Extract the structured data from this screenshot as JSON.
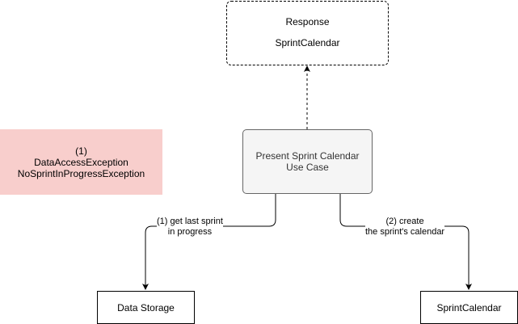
{
  "nodes": {
    "response": {
      "line1": "Response",
      "line2": "SprintCalendar"
    },
    "use_case": {
      "line1": "Present Sprint Calendar",
      "line2": "Use Case"
    },
    "exceptions": {
      "line1": "(1)",
      "line2": "DataAccessException",
      "line3": "NoSprintInProgressException"
    },
    "data_storage": {
      "label": "Data Storage"
    },
    "sprint_calendar": {
      "label": "SprintCalendar"
    }
  },
  "edges": {
    "get_last_sprint": {
      "line1": "(1) get last sprint",
      "line2": "in progress"
    },
    "create_calendar": {
      "line1": "(2) create",
      "line2": "the sprint's calendar"
    }
  },
  "colors": {
    "exception_fill": "#f8cecc",
    "use_case_fill": "#f5f5f5",
    "use_case_border": "#666666"
  }
}
